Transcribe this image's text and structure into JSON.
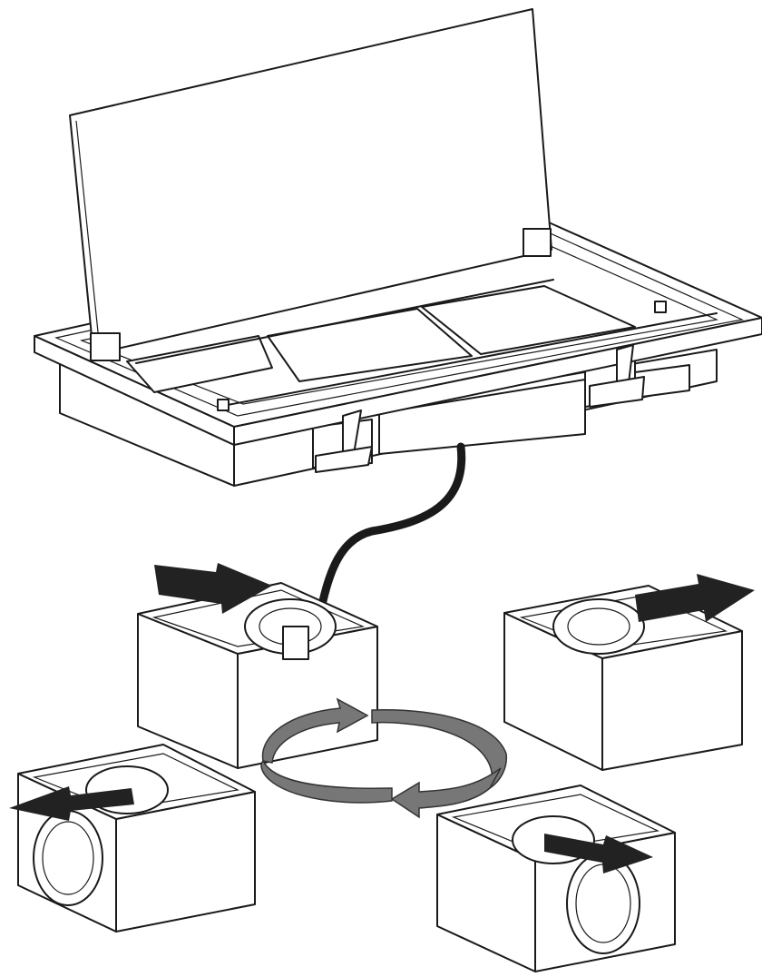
{
  "figure": {
    "units": [
      {
        "name": "hob-extractor-unit",
        "parts": [
          "glass-lid",
          "frame",
          "filter-trays",
          "hinges",
          "mounting-brackets"
        ]
      },
      {
        "name": "fan-motor-box",
        "orientations": 4
      }
    ],
    "airflow_directions": [
      "left-back",
      "right-back",
      "left-front",
      "right-front"
    ],
    "colors": {
      "line": "#1a1a1a",
      "flow_arrow": "#222222",
      "rotation_arrow": "#777777",
      "cable": "#1a1a1a"
    },
    "icons": [
      "airflow-arrow",
      "rotation-arrow",
      "connection-cable"
    ]
  }
}
